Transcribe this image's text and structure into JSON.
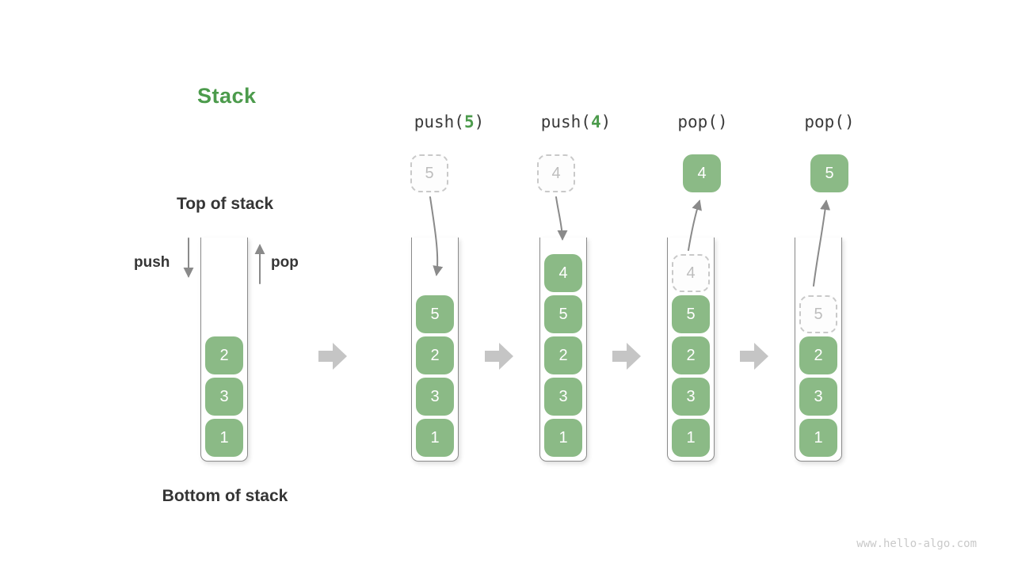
{
  "title": {
    "text": "Stack"
  },
  "labels": {
    "top": "Top of stack",
    "bottom": "Bottom of stack",
    "push": "push",
    "pop": "pop"
  },
  "operations": [
    {
      "pre": "push(",
      "arg": "5",
      "post": ")"
    },
    {
      "pre": "push(",
      "arg": "4",
      "post": ")"
    },
    {
      "pre": "pop()",
      "arg": "",
      "post": ""
    },
    {
      "pre": "pop()",
      "arg": "",
      "post": ""
    }
  ],
  "stacks": [
    {
      "name": "initial",
      "floating": null,
      "arrow": null,
      "cells": [
        {
          "value": "2",
          "style": "solid"
        },
        {
          "value": "3",
          "style": "solid"
        },
        {
          "value": "1",
          "style": "solid"
        }
      ]
    },
    {
      "name": "after-push-5",
      "floating": {
        "value": "5",
        "style": "dashed"
      },
      "arrow": "into-stack",
      "cells": [
        {
          "value": "5",
          "style": "solid"
        },
        {
          "value": "2",
          "style": "solid"
        },
        {
          "value": "3",
          "style": "solid"
        },
        {
          "value": "1",
          "style": "solid"
        }
      ]
    },
    {
      "name": "after-push-4",
      "floating": {
        "value": "4",
        "style": "dashed"
      },
      "arrow": "into-stack",
      "cells": [
        {
          "value": "4",
          "style": "solid"
        },
        {
          "value": "5",
          "style": "solid"
        },
        {
          "value": "2",
          "style": "solid"
        },
        {
          "value": "3",
          "style": "solid"
        },
        {
          "value": "1",
          "style": "solid"
        }
      ]
    },
    {
      "name": "after-pop-4",
      "floating": {
        "value": "4",
        "style": "solid"
      },
      "arrow": "out-of-stack",
      "cells": [
        {
          "value": "4",
          "style": "dashed"
        },
        {
          "value": "5",
          "style": "solid"
        },
        {
          "value": "2",
          "style": "solid"
        },
        {
          "value": "3",
          "style": "solid"
        },
        {
          "value": "1",
          "style": "solid"
        }
      ]
    },
    {
      "name": "after-pop-5",
      "floating": {
        "value": "5",
        "style": "solid"
      },
      "arrow": "out-of-stack",
      "cells": [
        {
          "value": "5",
          "style": "dashed"
        },
        {
          "value": "2",
          "style": "solid"
        },
        {
          "value": "3",
          "style": "solid"
        },
        {
          "value": "1",
          "style": "solid"
        }
      ]
    }
  ],
  "watermark": "www.hello-algo.com",
  "colors": {
    "green_fill": "#8bba86",
    "green_text": "#4c9b4c",
    "dark_text": "#3a3a3a",
    "arrow_gray": "#8a8a8a",
    "block_arrow": "#c5c5c5",
    "dashed_border": "#c9c9c9",
    "dashed_text": "#bdbdbd",
    "wall_gray": "#8a8a8a",
    "watermark_gray": "#c9c9c9"
  }
}
